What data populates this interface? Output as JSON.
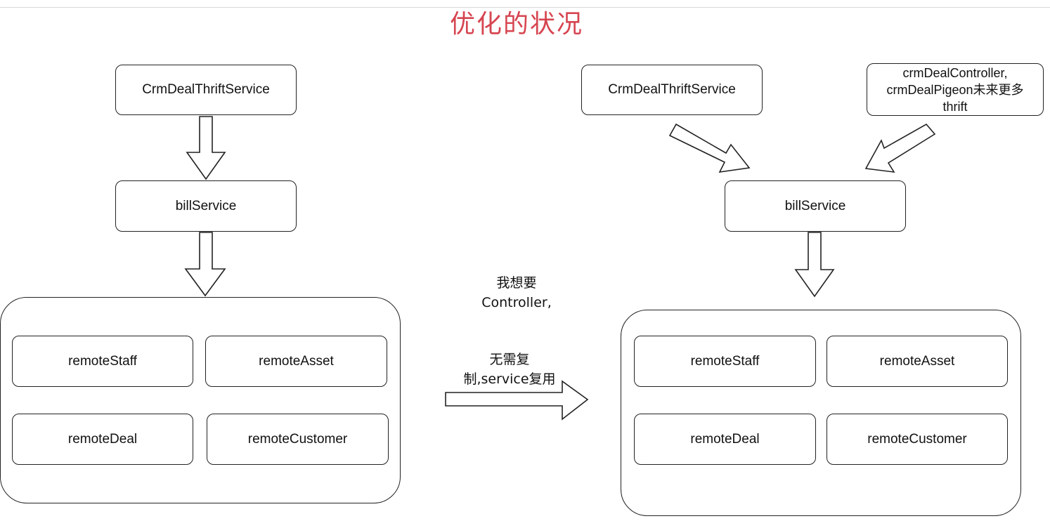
{
  "title": "优化的状况",
  "left": {
    "top_service": "CrmDealThriftService",
    "middle_service": "billService",
    "remotes": [
      "remoteStaff",
      "remoteAsset",
      "remoteDeal",
      "remoteCustomer"
    ]
  },
  "middle": {
    "caption_line1": "我想要",
    "caption_line2": "Controller,",
    "caption_line3": "无需复",
    "caption_line4": "制,service复用"
  },
  "right": {
    "top_service": "CrmDealThriftService",
    "future_line1": "crmDealController,",
    "future_line2": "crmDealPigeon未来更多",
    "future_line3": "thrift",
    "middle_service": "billService",
    "remotes": [
      "remoteStaff",
      "remoteAsset",
      "remoteDeal",
      "remoteCustomer"
    ]
  },
  "colors": {
    "title": "#d64550",
    "stroke": "#222222"
  }
}
